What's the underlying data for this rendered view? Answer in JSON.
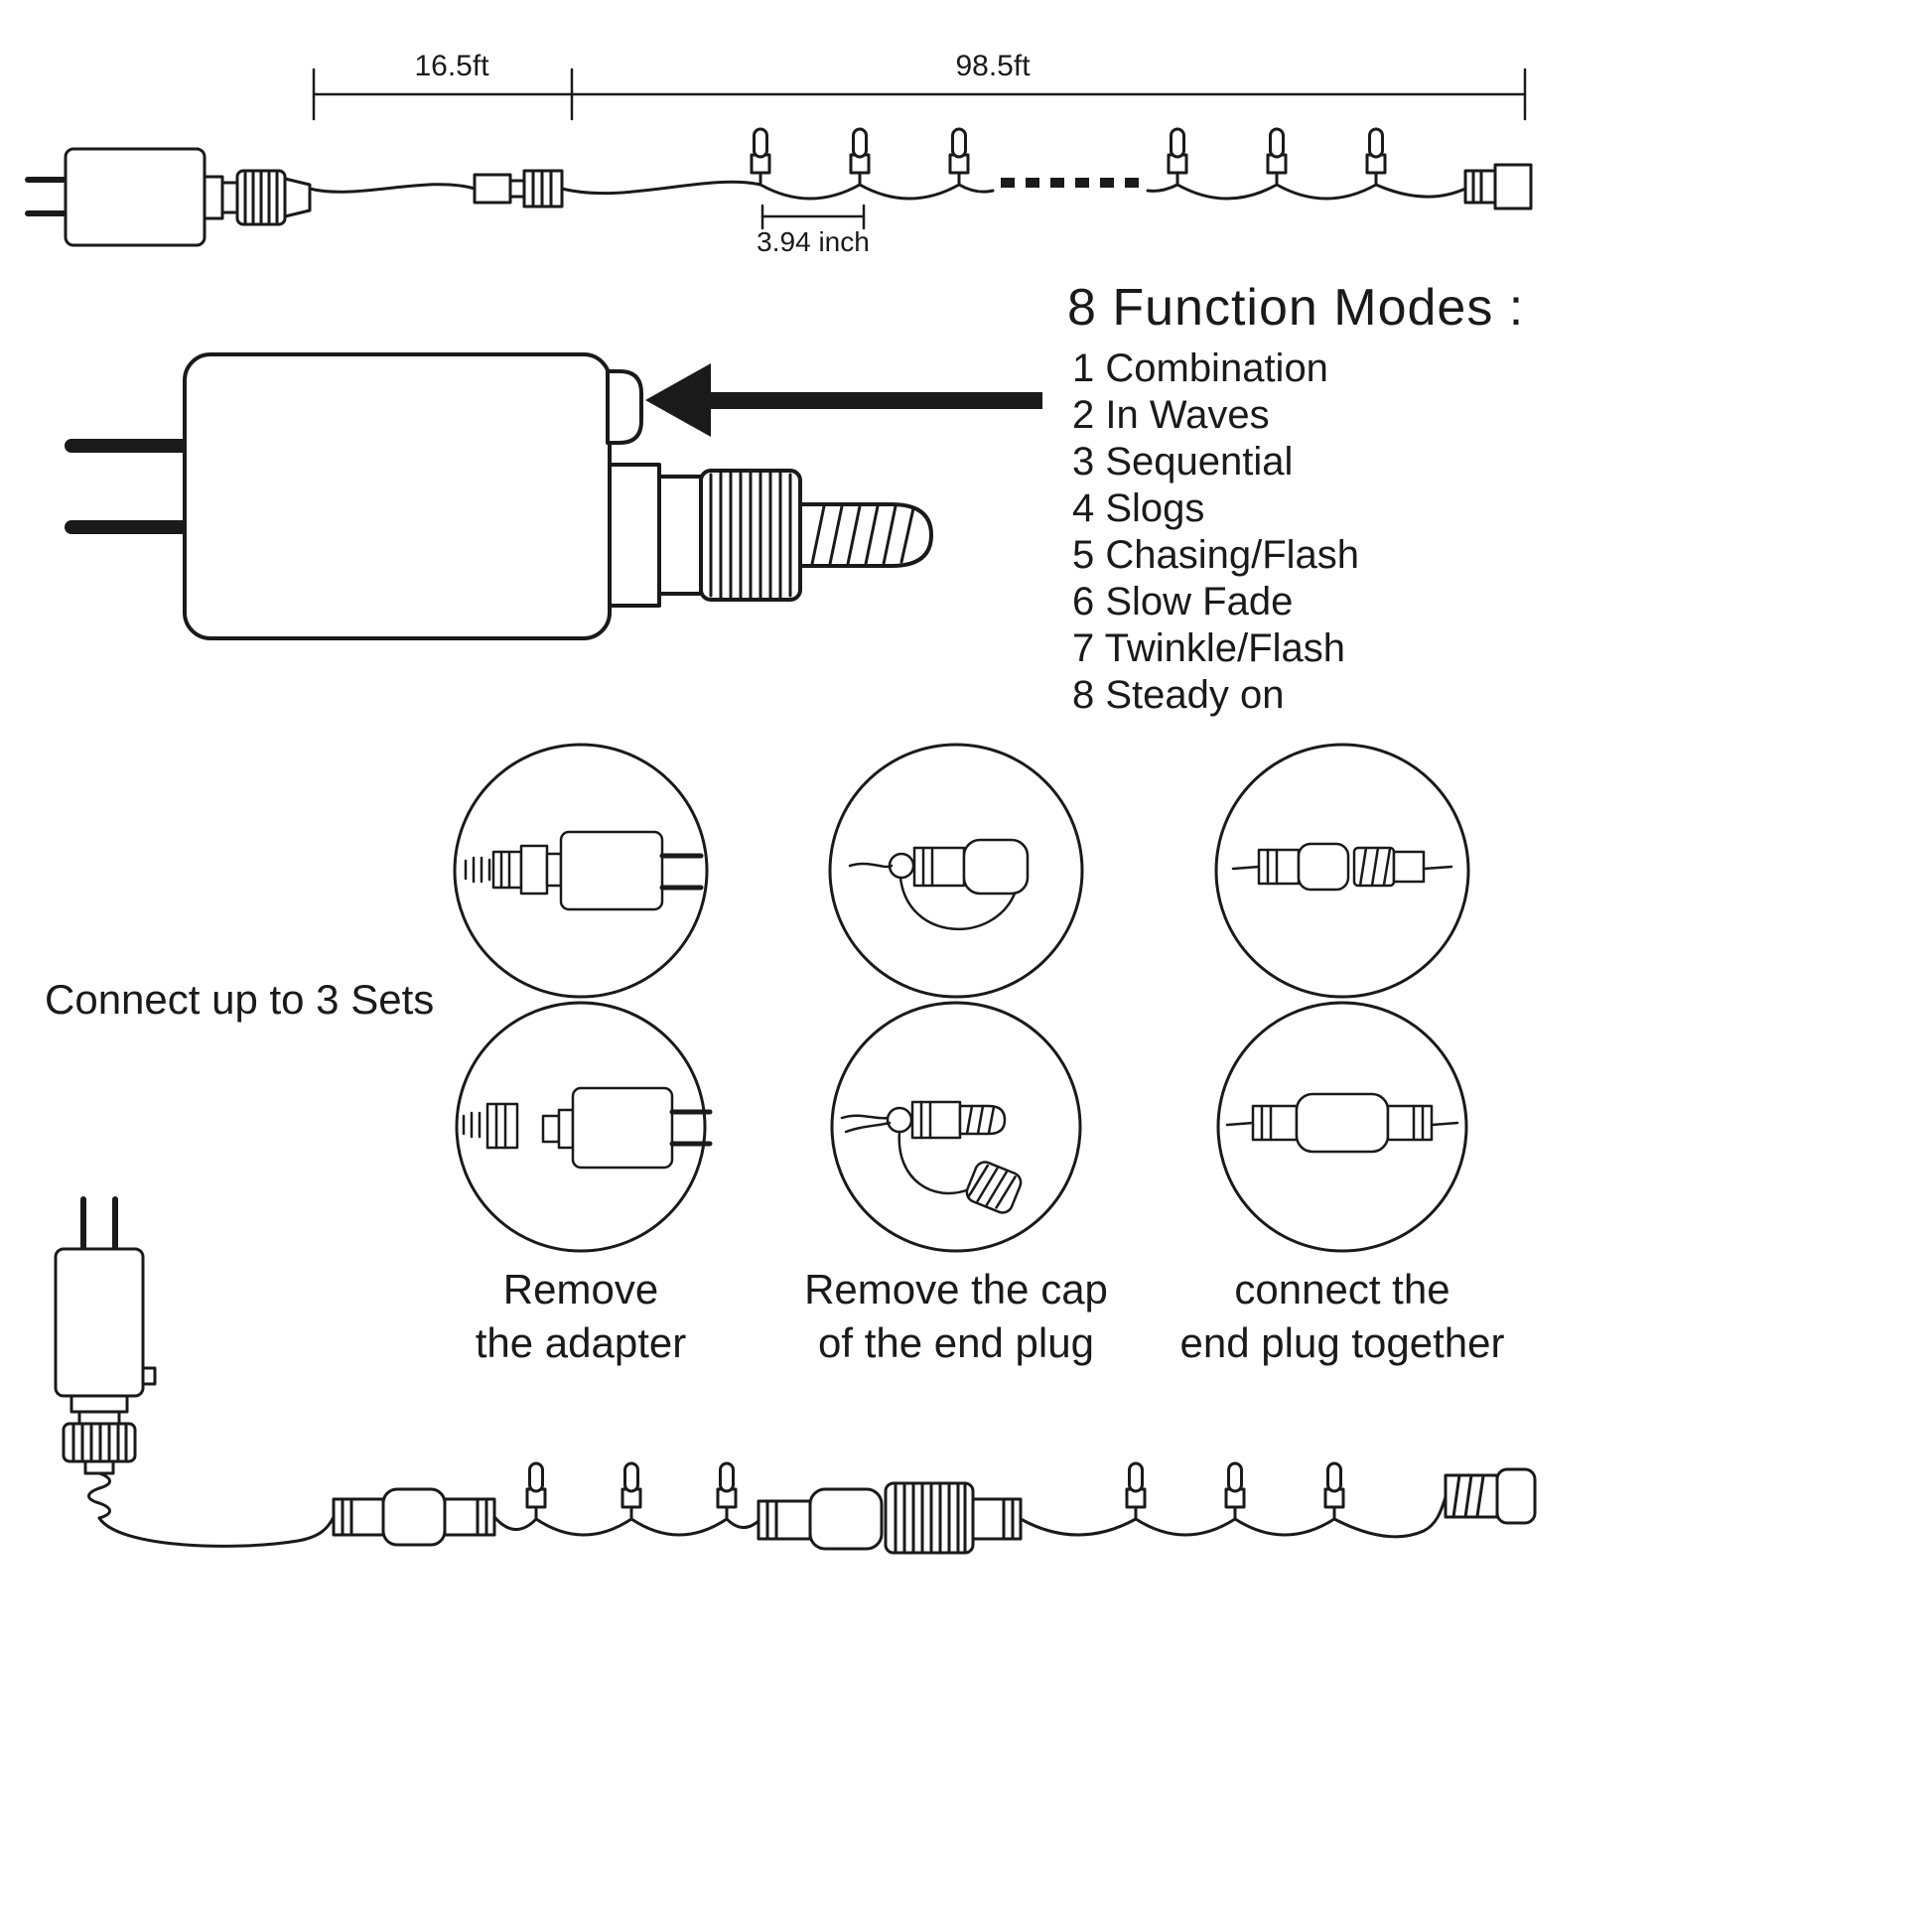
{
  "colors": {
    "ink": "#1a1a1a",
    "background": "#ffffff"
  },
  "top_diagram": {
    "lead_length_label": "16.5ft",
    "string_length_label": "98.5ft",
    "bulb_spacing_label": "3.94 inch"
  },
  "function_modes": {
    "title": "8 Function Modes :",
    "items": [
      "1 Combination",
      "2 In Waves",
      "3 Sequential",
      "4 Slogs",
      "5 Chasing/Flash",
      "6 Slow Fade",
      "7 Twinkle/Flash",
      "8 Steady on"
    ]
  },
  "connect_section": {
    "title": "Connect up to 3 Sets",
    "steps": [
      {
        "line1": "Remove",
        "line2": "the adapter"
      },
      {
        "line1": "Remove the cap",
        "line2": "of the end plug"
      },
      {
        "line1": "connect the",
        "line2": "end plug together"
      }
    ]
  }
}
